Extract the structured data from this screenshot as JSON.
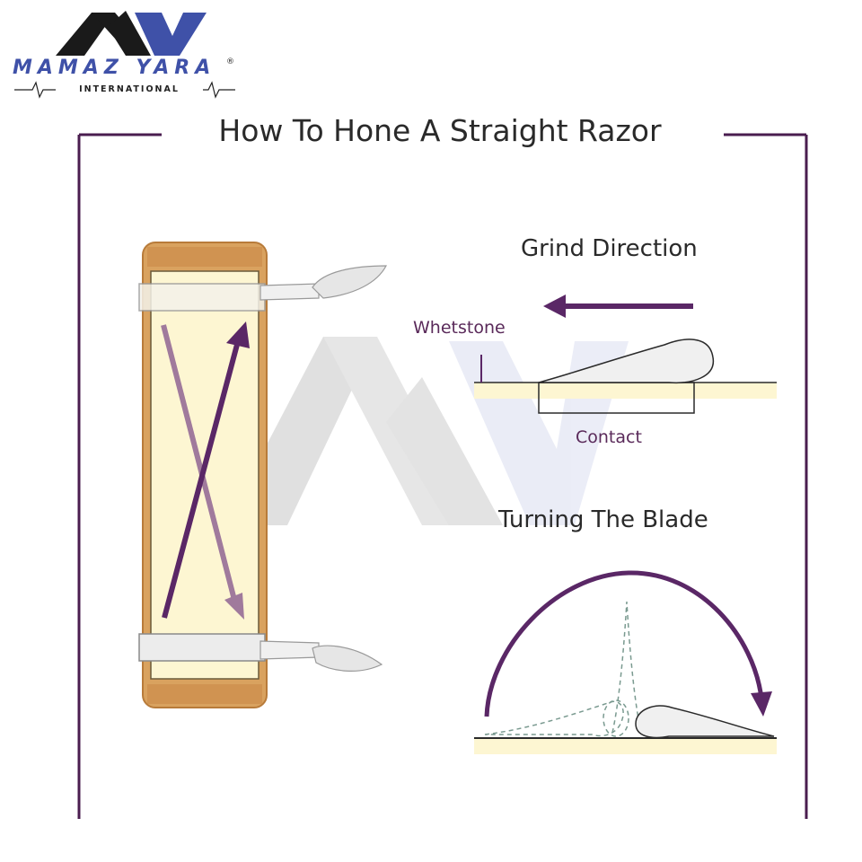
{
  "brand": {
    "name": "MAMAZ YARA",
    "registered": "®",
    "subtitle": "INTERNATIONAL"
  },
  "title": "How To Hone A Straight Razor",
  "labels": {
    "grind_direction": "Grind Direction",
    "whetstone": "Whetstone",
    "contact": "Contact",
    "turning_the_blade": "Turning The Blade"
  },
  "colors": {
    "frame_purple": "#4a1d4f",
    "arrow_purple": "#5a2766",
    "arrow_faded": "#a07a9c",
    "stone_wood": "#d9a25f",
    "stone_face": "#fdf6d2",
    "brand_blue": "#3f51a8",
    "brand_dark": "#1a1a1a",
    "watermark": "#c9c9c9"
  }
}
